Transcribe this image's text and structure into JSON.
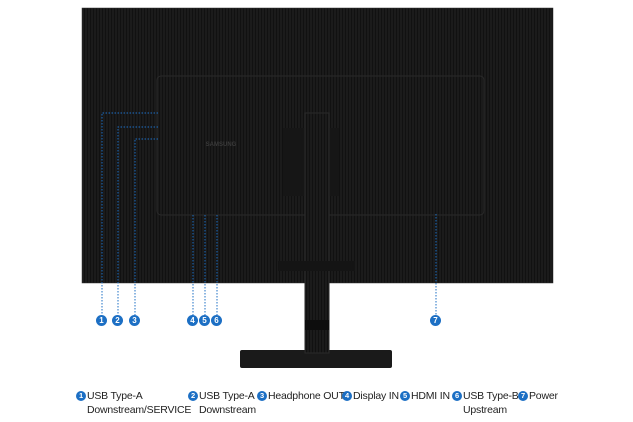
{
  "brand_logo": "SAMSUNG",
  "accent_color": "#1c6fc4",
  "ports": [
    {
      "number": "1",
      "line1": "USB Type-A",
      "line2": "Downstream/SERVICE"
    },
    {
      "number": "2",
      "line1": "USB Type-A",
      "line2": "Downstream"
    },
    {
      "number": "3",
      "line1": "Headphone OUT",
      "line2": ""
    },
    {
      "number": "4",
      "line1": "Display IN",
      "line2": ""
    },
    {
      "number": "5",
      "line1": "HDMI IN",
      "line2": ""
    },
    {
      "number": "6",
      "line1": "USB Type-B",
      "line2": "Upstream"
    },
    {
      "number": "7",
      "line1": "Power",
      "line2": ""
    }
  ]
}
